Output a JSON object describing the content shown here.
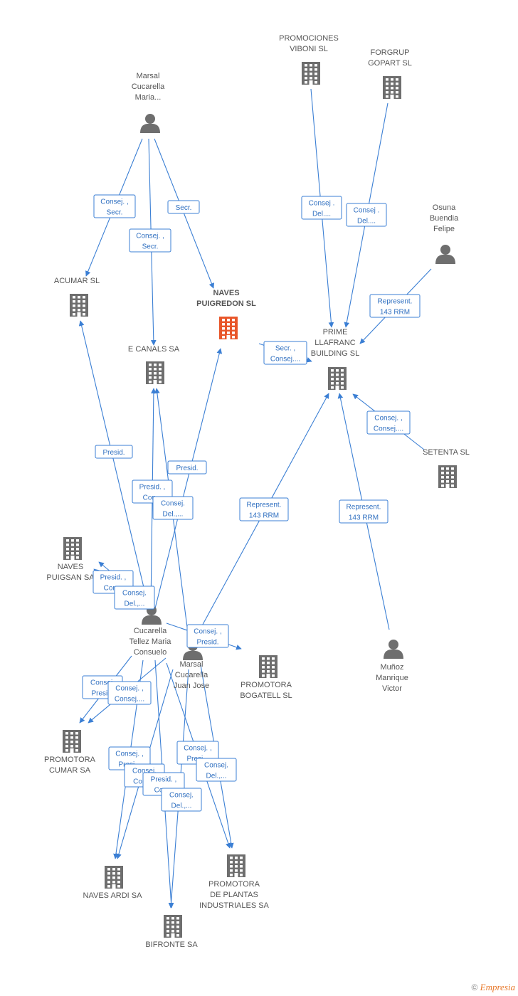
{
  "colors": {
    "edge": "#3b7fd4",
    "company": "#6e6e6e",
    "focus_company": "#e8562a",
    "person": "#6e6e6e"
  },
  "nodes": [
    {
      "id": "naves_puigredon",
      "type": "company",
      "focus": true,
      "lines": [
        "NAVES",
        "PUIGREDON SL"
      ]
    },
    {
      "id": "promociones_viboni",
      "type": "company",
      "lines": [
        "PROMOCIONES",
        "VIBONI SL"
      ]
    },
    {
      "id": "forgrup",
      "type": "company",
      "lines": [
        "FORGRUP",
        "GOPART SL"
      ]
    },
    {
      "id": "marsal_maria",
      "type": "person",
      "lines": [
        "Marsal",
        "Cucarella",
        "Maria..."
      ]
    },
    {
      "id": "osuna",
      "type": "person",
      "lines": [
        "Osuna",
        "Buendia",
        "Felipe"
      ]
    },
    {
      "id": "acumar",
      "type": "company",
      "lines": [
        "ACUMAR SL"
      ]
    },
    {
      "id": "ecanals",
      "type": "company",
      "lines": [
        "E CANALS SA"
      ]
    },
    {
      "id": "prime",
      "type": "company",
      "lines": [
        "PRIME",
        "LLAFRANC",
        "BUILDING SL"
      ]
    },
    {
      "id": "setenta",
      "type": "company",
      "lines": [
        "SETENTA SL"
      ]
    },
    {
      "id": "naves_puigsan",
      "type": "company",
      "lines": [
        "NAVES",
        "PUIGSAN SA"
      ]
    },
    {
      "id": "cucarella_tellez",
      "type": "person",
      "lines": [
        "Cucarella",
        "Tellez Maria",
        "Consuelo"
      ]
    },
    {
      "id": "marsal_juan",
      "type": "person",
      "lines": [
        "Marsal",
        "Cucarella",
        "Juan Jose"
      ]
    },
    {
      "id": "promotora_bogatell",
      "type": "company",
      "lines": [
        "PROMOTORA",
        "BOGATELL SL"
      ]
    },
    {
      "id": "munoz",
      "type": "person",
      "lines": [
        "Muñoz",
        "Manrique",
        "Victor"
      ]
    },
    {
      "id": "promotora_cumar",
      "type": "company",
      "lines": [
        "PROMOTORA",
        "CUMAR SA"
      ]
    },
    {
      "id": "naves_ardi",
      "type": "company",
      "lines": [
        "NAVES ARDI SA"
      ]
    },
    {
      "id": "promotora_plantas",
      "type": "company",
      "lines": [
        "PROMOTORA",
        "DE PLANTAS",
        "INDUSTRIALES SA"
      ]
    },
    {
      "id": "bifronte",
      "type": "company",
      "lines": [
        "BIFRONTE SA"
      ]
    }
  ],
  "edges": [
    {
      "id": "e1",
      "lines": [
        "Consej. ,",
        "Secr."
      ]
    },
    {
      "id": "e2",
      "lines": [
        "Consej. ,",
        "Secr."
      ]
    },
    {
      "id": "e3",
      "lines": [
        "Secr."
      ]
    },
    {
      "id": "e4",
      "lines": [
        "Consej .",
        "Del...."
      ]
    },
    {
      "id": "e5",
      "lines": [
        "Consej .",
        "Del...."
      ]
    },
    {
      "id": "e6",
      "lines": [
        "Represent.",
        "143 RRM"
      ]
    },
    {
      "id": "e7",
      "lines": [
        "Secr. ,",
        "Consej...."
      ]
    },
    {
      "id": "e8",
      "lines": [
        "Consej. ,",
        "Consej...."
      ]
    },
    {
      "id": "e9",
      "lines": [
        "Presid."
      ]
    },
    {
      "id": "e10",
      "lines": [
        "Presid."
      ]
    },
    {
      "id": "e11",
      "lines": [
        "Presid. ,",
        "Con..."
      ]
    },
    {
      "id": "e12",
      "lines": [
        "Consej.",
        "Del.,..."
      ]
    },
    {
      "id": "e13",
      "lines": [
        "Represent.",
        "143 RRM"
      ]
    },
    {
      "id": "e14",
      "lines": [
        "Represent.",
        "143 RRM"
      ]
    },
    {
      "id": "e15",
      "lines": [
        "Presid. ,",
        "Con..."
      ]
    },
    {
      "id": "e16",
      "lines": [
        "Consej.",
        "Del.,..."
      ]
    },
    {
      "id": "e17",
      "lines": [
        "Consej. ,",
        "Presid."
      ]
    },
    {
      "id": "e18",
      "lines": [
        "Consej.",
        "Presi..."
      ]
    },
    {
      "id": "e19",
      "lines": [
        "Consej. ,",
        "Consej...."
      ]
    },
    {
      "id": "e20",
      "lines": [
        "Consej. ,",
        "Presi..."
      ]
    },
    {
      "id": "e21",
      "lines": [
        "Consej.",
        "Cons..."
      ]
    },
    {
      "id": "e22",
      "lines": [
        "Presid. ,",
        "Con..."
      ]
    },
    {
      "id": "e23",
      "lines": [
        "Consej.",
        "Del.,..."
      ]
    },
    {
      "id": "e24",
      "lines": [
        "Consej. ,",
        "Presi..."
      ]
    },
    {
      "id": "e25",
      "lines": [
        "Consej.",
        "Del.,..."
      ]
    }
  ],
  "footer": {
    "copyright": "©",
    "brand": "Empresia"
  }
}
